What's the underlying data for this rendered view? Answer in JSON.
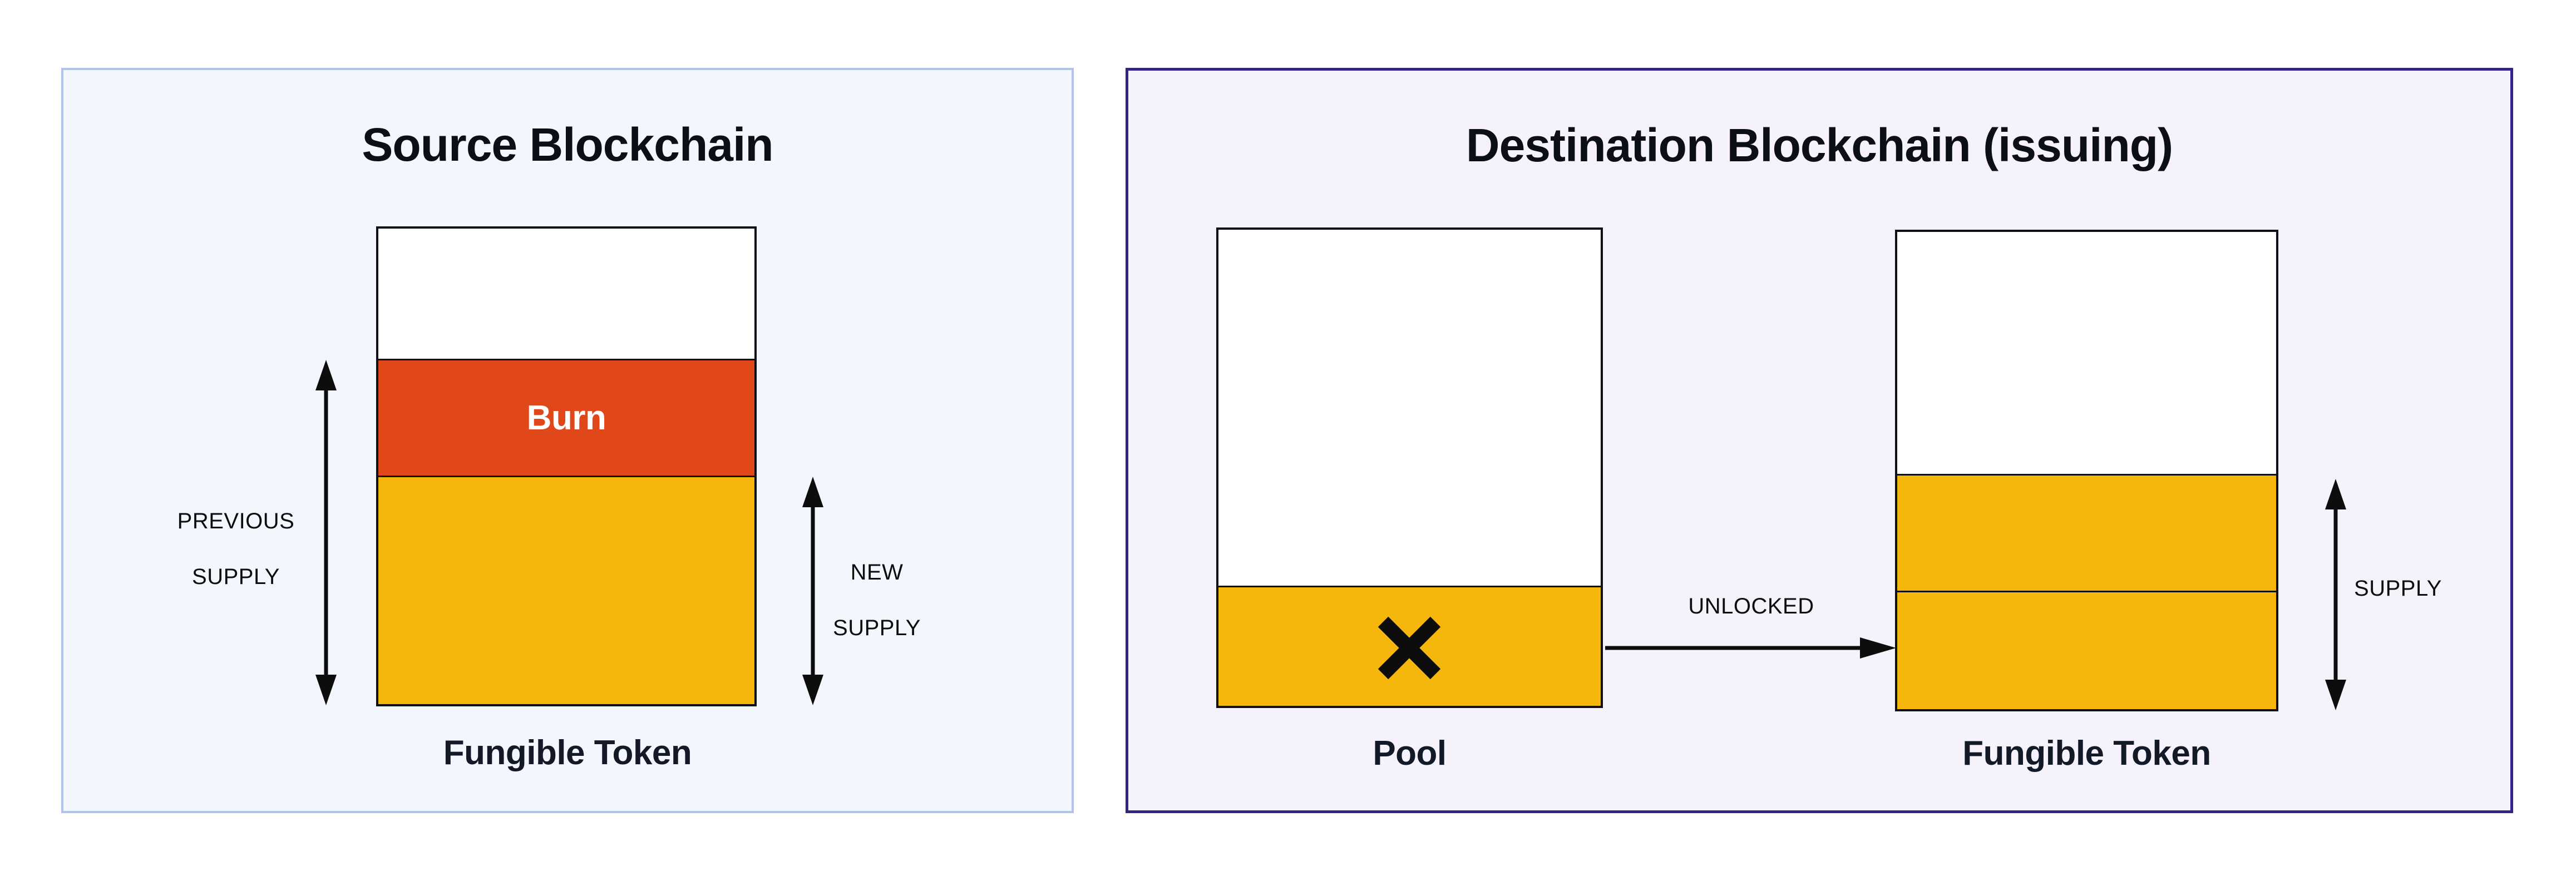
{
  "colors": {
    "page_bg": "#ffffff",
    "ink": "#0d0d0d",
    "text_dark": "#141928",
    "white": "#ffffff",
    "burn_orange": "#e0481a",
    "supply_yellow": "#f6b70d",
    "burn_text": "#ffffff",
    "source_panel_bg": "#f3f7fd",
    "source_panel_border": "#aec3ee",
    "dest_panel_bg": "#f5f2fb",
    "dest_panel_border": "#342384",
    "box_border": "#0e1018"
  },
  "source_panel": {
    "title": "Source Blockchain",
    "bar": {
      "burn_label": "Burn",
      "caption": "Fungible Token"
    },
    "previous_supply": {
      "lines": [
        "PREVIOUS",
        "SUPPLY"
      ]
    },
    "new_supply": {
      "lines": [
        "NEW",
        "SUPPLY"
      ]
    }
  },
  "destination_panel": {
    "title": "Destination Blockchain (issuing)",
    "pool": {
      "caption": "Pool"
    },
    "token": {
      "caption": "Fungible Token"
    },
    "unlocked_label": "UNLOCKED",
    "supply_label": "SUPPLY"
  }
}
